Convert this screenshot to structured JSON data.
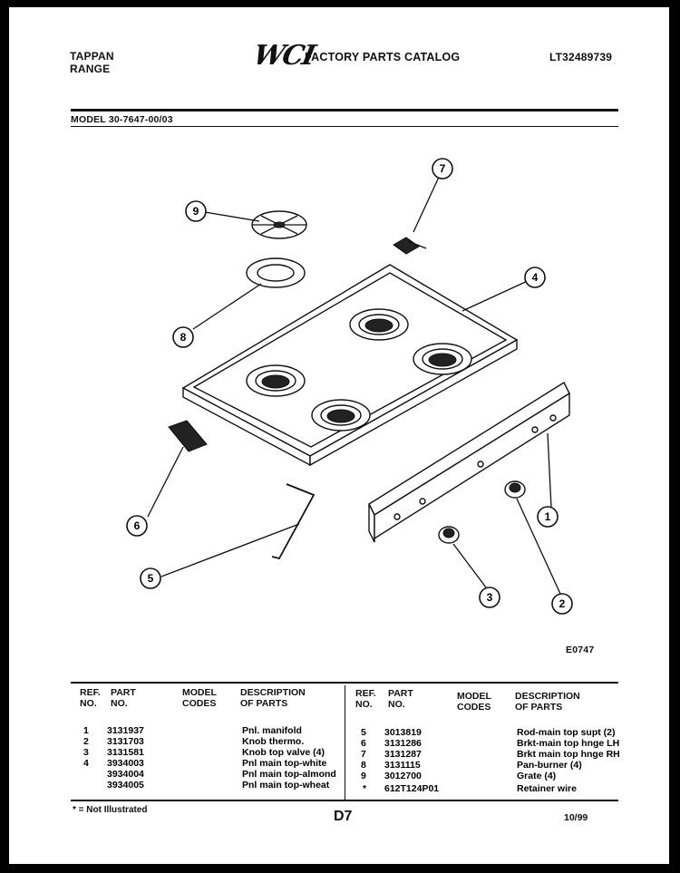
{
  "header": {
    "brand_line1": "TAPPAN",
    "brand_line2": "RANGE",
    "logo": "WCI",
    "catalog_title": "FACTORY PARTS CATALOG",
    "catalog_number": "LT32489739",
    "model_label": "MODEL 30-7647-00/03"
  },
  "diagram": {
    "callouts": [
      "1",
      "2",
      "3",
      "4",
      "5",
      "6",
      "7",
      "8",
      "9"
    ],
    "drawing_id": "E0747"
  },
  "table": {
    "left_headers": {
      "ref": [
        "REF.",
        "NO."
      ],
      "part": [
        "PART",
        "NO."
      ],
      "model": [
        "MODEL",
        "CODES"
      ],
      "desc": [
        "DESCRIPTION",
        "OF PARTS"
      ]
    },
    "right_headers": {
      "ref": [
        "REF.",
        "NO."
      ],
      "part": [
        "PART",
        "NO."
      ],
      "model": [
        "MODEL",
        "CODES"
      ],
      "desc": [
        "DESCRIPTION",
        "OF PARTS"
      ]
    },
    "left_rows": [
      {
        "ref": "1",
        "part": "3131937",
        "code": "",
        "desc": "Pnl. manifold"
      },
      {
        "ref": "2",
        "part": "3131703",
        "code": "",
        "desc": "Knob thermo."
      },
      {
        "ref": "3",
        "part": "3131581",
        "code": "",
        "desc": "Knob top valve (4)"
      },
      {
        "ref": "4",
        "part": "3934003",
        "code": "",
        "desc": "Pnl main top-white"
      },
      {
        "ref": "",
        "part": "3934004",
        "code": "",
        "desc": "Pnl main top-almond"
      },
      {
        "ref": "",
        "part": "3934005",
        "code": "",
        "desc": "Pnl main top-wheat"
      }
    ],
    "right_rows": [
      {
        "ref": "5",
        "part": "3013819",
        "code": "",
        "desc": "Rod-main top supt (2)"
      },
      {
        "ref": "6",
        "part": "3131286",
        "code": "",
        "desc": "Brkt-main top hnge LH"
      },
      {
        "ref": "7",
        "part": "3131287",
        "code": "",
        "desc": "Brkt main top hnge RH"
      },
      {
        "ref": "8",
        "part": "3131115",
        "code": "",
        "desc": "Pan-burner (4)"
      },
      {
        "ref": "9",
        "part": "3012700",
        "code": "",
        "desc": "Grate (4)"
      },
      {
        "ref": "*",
        "part": "612T124P01",
        "code": "",
        "desc": "Retainer wire"
      }
    ]
  },
  "footer": {
    "note": "* = Not Illustrated",
    "page": "D7",
    "date": "10/99"
  }
}
